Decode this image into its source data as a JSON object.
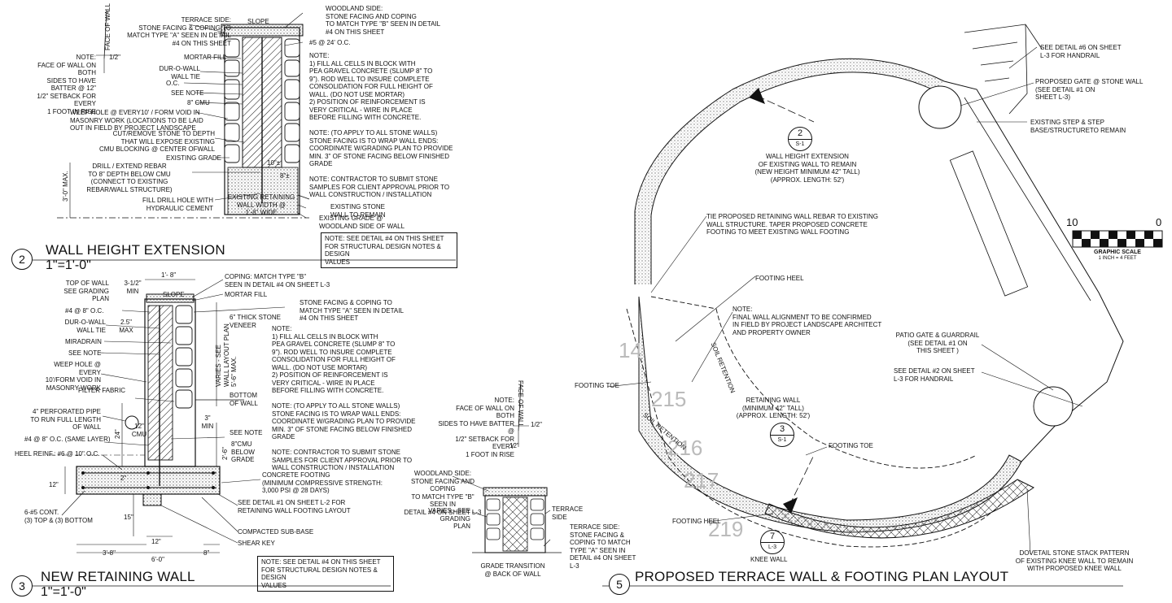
{
  "d2": {
    "title_num": "2",
    "title": "WALL HEIGHT EXTENSION",
    "scale": "1\"=1'-0\"",
    "terrace_side": "TERRACE SIDE:\nSTONE FACING & COPING TO\nMATCH TYPE \"A\" SEEN IN DETAIL\n#4 ON THIS SHEET",
    "slope": "SLOPE",
    "woodland_side": "WOODLAND SIDE:\nSTONE FACING AND COPING\nTO MATCH TYPE \"B\" SEEN IN DETAIL\n#4 ON THIS SHEET",
    "rebar": "#5 @ 24' O.C.",
    "face_of_wall": "FACE OF WALL",
    "half_inch": "1/2\"",
    "batter_note": "NOTE:\nFACE OF WALL ON BOTH\nSIDES TO HAVE BATTER @ 12\"\n1/2\" SETBACK FOR EVERY\n1 FOOT IN RISE",
    "mortar_fill": "MORTAR FILL",
    "dur_o_wall": "DUR-O-WALL\nWALL TIE",
    "oc": "O.C.",
    "see_note": "SEE NOTE",
    "cmu": "8\" CMU",
    "weep_hole": "WEEP HOLE @ EVERY10' / FORM VOID IN\nMASONRY WORK (LOCATIONS TO BE LAID\nOUT IN FIELD BY PROJECT LANDSCAPE",
    "cut_remove": "CUT/REMOVE STONE TO DEPTH\nTHAT WILL EXPOSE EXISTING\nCMU BLOCKING @ CENTER OFWALL",
    "existing_grade": "EXISTING GRADE",
    "drill_extend": "DRILL / EXTEND REBAR\nTO 8\" DEPTH BELOW CMU\n(CONNECT TO EXISTING\nREBAR/WALL STRUCTURE)",
    "fill_drill": "FILL DRILL HOLE WITH\nHYDRAULIC CEMENT",
    "max_dim": "3'-0\" MAX.",
    "dim_10": "10\"±",
    "dim_8": "8\"±",
    "existing_retaining": "EXISTING RETAINING\nWALL WIDTH @\n1'-8\" WIDE",
    "existing_stone": "EXISTING STONE\nWALL TO REMAIN",
    "existing_grade_woodland": "EXISTING GRADE @\nWOODLAND SIDE OF WALL",
    "notes": "NOTE:\n1)  FILL ALL CELLS IN BLOCK WITH\nPEA GRAVEL CONCRETE (SLUMP 8\" TO\n9\").  ROD WELL TO INSURE COMPLETE\nCONSOLIDATION FOR FULL HEIGHT OF\nWALL.  (DO NOT USE MORTAR)\n2)  POSITION OF REINFORCEMENT IS\nVERY CRITICAL - WIRE IN PLACE\nBEFORE FILLING WITH CONCRETE.\n\nNOTE:  (TO APPLY TO ALL STONE WALLS)\nSTONE FACING IS TO WRAP WALL ENDS:\nCOORDINATE W/GRADING PLAN TO PROVIDE\nMIN. 3\" OF STONE FACING BELOW FINISHED\nGRADE\n\nNOTE:  CONTRACTOR TO SUBMIT STONE\nSAMPLES FOR CLIENT APPROVAL PRIOR TO\nWALL CONSTRUCTION / INSTALLATION",
    "box_note": "NOTE: SEE DETAIL #4 ON THIS SHEET\nFOR STRUCTURAL DESIGN NOTES & DESIGN\nVALUES"
  },
  "d3": {
    "title_num": "3",
    "title": "NEW RETAINING WALL",
    "scale": "1\"=1'-0\"",
    "top_width": "1'- 8\"",
    "top_of_wall": "TOP OF WALL\nSEE GRADING PLAN",
    "min_312": "3-1/2\"\nMIN",
    "slope": "SLOPE",
    "coping": "COPING: MATCH TYPE \"B\"\nSEEN IN DETAIL #4 ON SHEET L-3",
    "mortar_fill": "MORTAR FILL",
    "stone_facing": "STONE FACING & COPING TO\nMATCH TYPE \"A\" SEEN IN DETAIL\n#4 ON THIS SHEET",
    "rebar4": "#4 @ 8\" O.C.",
    "dur_o_wall": "DUR-O-WALL\nWALL TIE",
    "max25": "2.5\"\nMAX",
    "veneer": "6\" THICK STONE\nVENEER",
    "miradrain": "MIRADRAIN",
    "see_note": "SEE NOTE",
    "weep_hole": "WEEP HOLE @ EVERY\n10'/FORM VOID IN\nMASONRY WORK",
    "varies": "VARIES - SEE\nWALL LAYOUT PLAN\n5'-6\" MAX.",
    "filter_fabric": "FILTER FABRIC",
    "bottom_of_wall": "BOTTOM\nOF WALL",
    "min3": "3\"\nMIN",
    "pipe": "4\" PERFORATED PIPE\nTO RUN FULL LENGTH\nOF WALL",
    "cmu12": "12\"\nCMU",
    "see_note2": "SEE NOTE",
    "cmu_below": "8\"CMU\nBELOW\nGRADE",
    "dim24": "24\"",
    "dim26": "2'-6\"",
    "rebar_same": "#4 @ 8\" O.C. (SAME LAYER)",
    "heel_reinf": "HEEL REINF.: #6 @ 10\" O.C.",
    "dim12": "12\"",
    "dim2": "2\"",
    "cont": "6-#5 CONT.\n(3) TOP & (3) BOTTOM",
    "dim15": "15\"",
    "dim12b": "12\"",
    "dim38": "3'-8\"",
    "dim60": "6'-0\"",
    "dim8": "8\"",
    "footing": "CONCRETE FOOTING\n(MINIMUM COMPRESSIVE STRENGTH:\n3,000 PSI @ 28 DAYS)",
    "see_detail1": "SEE DETAIL #1 ON SHEET L-2 FOR\nRETAINING WALL FOOTING LAYOUT",
    "compacted": "COMPACTED SUB-BASE",
    "shear_key": "SHEAR KEY",
    "notes": "NOTE:\n1)  FILL ALL CELLS IN BLOCK WITH\nPEA GRAVEL CONCRETE (SLUMP 8\" TO\n9\").  ROD WELL TO INSURE COMPLETE\nCONSOLIDATION FOR FULL HEIGHT OF\nWALL.  (DO NOT USE MORTAR)\n2)  POSITION OF REINFORCEMENT IS\nVERY CRITICAL - WIRE IN PLACE\nBEFORE FILLING WITH CONCRETE.\n\nNOTE:  (TO APPLY TO ALL STONE WALLS)\nSTONE FACING IS TO WRAP WALL ENDS:\nCOORDINATE W/GRADING PLAN TO PROVIDE\nMIN. 3\" OF STONE FACING BELOW FINISHED\nGRADE\n\nNOTE:  CONTRACTOR TO SUBMIT STONE\nSAMPLES FOR CLIENT APPROVAL PRIOR TO\nWALL CONSTRUCTION / INSTALLATION",
    "box_note": "NOTE: SEE DETAIL #4 ON THIS SHEET\nFOR STRUCTURAL DESIGN NOTES & DESIGN\nVALUES"
  },
  "d4": {
    "batter_note": "NOTE:\nFACE OF WALL ON BOTH\nSIDES TO HAVE BATTER @\n1/2\" SETBACK FOR EVERY\n1 FOOT IN RISE",
    "face_of_wall": "FACE OF WALL",
    "half_inch": "1/2\"",
    "dim12": "12\"",
    "woodland_side": "WOODLAND SIDE:\nSTONE FACING AND COPING\nTO MATCH TYPE \"B\" SEEN IN\nDETAIL #4 ON SHEET L-3",
    "varies": "VARIES - SEE\nGRADING PLAN",
    "terrace_side_label": "TERRACE\nSIDE",
    "terrace_side": "TERRACE SIDE:\nSTONE FACING &\nCOPING TO MATCH\nTYPE \"A\" SEEN IN\nDETAIL #4 ON SHEET\nL-3",
    "grade_transition": "GRADE TRANSITION\n@ BACK OF WALL"
  },
  "d5": {
    "title_num": "5",
    "title": "PROPOSED TERRACE WALL & FOOTING PLAN LAYOUT",
    "handrail": "SEE DETAIL #6 ON SHEET\nL-3 FOR HANDRAIL",
    "gate": "PROPOSED GATE @ STONE WALL\n(SEE DETAIL #1 ON\nSHEET L-3)",
    "existing_step": "EXISTING STEP & STEP\nBASE/STRUCTURETO REMAIN",
    "tag2_num": "2",
    "tag2_sheet": "S-1",
    "height_ext": "WALL HEIGHT EXTENSION\nOF EXISTING WALL TO REMAIN\n(NEW HEIGHT MINIMUM 42\" TALL)\n(APPROX. LENGTH: 52')",
    "tie_note": "TIE PROPOSED RETAINING WALL REBAR TO EXISTING\nWALL STRUCTURE.  TAPER PROPOSED CONCRETE\nFOOTING TO MEET EXISTING WALL FOOTING",
    "footing_heel": "FOOTING HEEL",
    "final_note": "NOTE:\nFINAL WALL ALIGNMENT TO BE CONFIRMED\nIN FIELD BY PROJECT LANDSCAPE ARCHITECT\nAND PROPERTY OWNER",
    "soil_ret": "SOIL RETENTION",
    "soil_ret2": "SOIL RETENTION",
    "footing_toe": "FOOTING TOE",
    "retaining": "RETAINING WALL\n(MINIMUM 42\" TALL)\n(APPROX. LENGTH: 52')",
    "tag3_num": "3",
    "tag3_sheet": "S-1",
    "footing_toe2": "FOOTING TOE",
    "footing_heel2": "FOOTING HEEL",
    "tag7_num": "7",
    "tag7_sheet": "L-3",
    "knee_wall": "KNEE WALL",
    "patio_gate": "PATIO GATE & GUARDRAIL\n(SEE DETAIL #1 ON\nTHIS SHEET )",
    "handrail2": "SEE DETAIL #2 ON SHEET\nL-3 FOR HANDRAIL",
    "dovetail": "DOVETAIL STONE STACK PATTERN\nOF EXISTING KNEE WALL TO REMAIN\nWITH PROPOSED KNEE WALL",
    "scale_10": "10",
    "scale_0": "0",
    "graphic_scale": "GRAPHIC SCALE",
    "scale_sub": "1 INCH = 4 FEET"
  }
}
